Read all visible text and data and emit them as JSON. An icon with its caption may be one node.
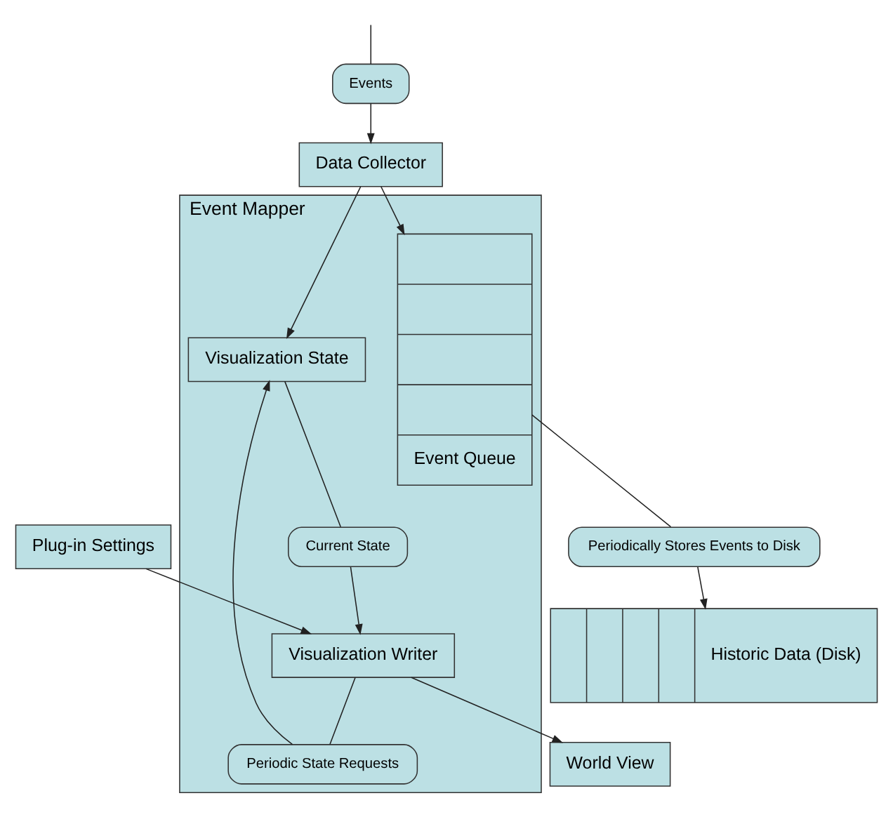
{
  "diagram": {
    "nodes": [
      {
        "text": [
          "Event Mapper"
        ]
      },
      {
        "text": [
          "Data Collector"
        ]
      },
      {
        "text": [
          "Events"
        ]
      },
      {
        "text": [
          "Event Queue"
        ],
        "in": 0
      },
      {
        "text": [
          "Visualization State"
        ],
        "in": 0
      },
      {
        "text": [
          "Periodic State Requests"
        ],
        "in": 0
      },
      {
        "text": [
          "Current State"
        ],
        "in": 0
      },
      {
        "text": [
          "Visualization Writer"
        ],
        "in": 0
      },
      {
        "text": [
          "Periodically Stores Events to Disk"
        ]
      },
      {
        "text": [
          "Historic Data (Disk)"
        ]
      },
      {
        "text": [
          "World View"
        ]
      },
      {
        "text": [
          "Plug-in Settings"
        ]
      }
    ],
    "edges": [
      {
        "from": null,
        "to": 2,
        "arrow": "none"
      },
      {
        "from": 2,
        "to": 1,
        "arrow": "to"
      },
      {
        "from": 1,
        "to": 3,
        "arrow": "to"
      },
      {
        "from": 1,
        "to": 4,
        "arrow": "to"
      },
      {
        "from": 7,
        "to": 5,
        "arrow": "none"
      },
      {
        "from": 5,
        "to": 4,
        "arrow": "to"
      },
      {
        "from": 4,
        "to": 6,
        "arrow": "none"
      },
      {
        "from": 6,
        "to": 7,
        "arrow": "to"
      },
      {
        "from": 3,
        "to": 8,
        "arrow": "none"
      },
      {
        "from": 8,
        "to": 9,
        "arrow": "to"
      },
      {
        "from": 7,
        "to": 10,
        "arrow": "to"
      },
      {
        "from": 11,
        "to": 7,
        "arrow": "to"
      }
    ]
  }
}
